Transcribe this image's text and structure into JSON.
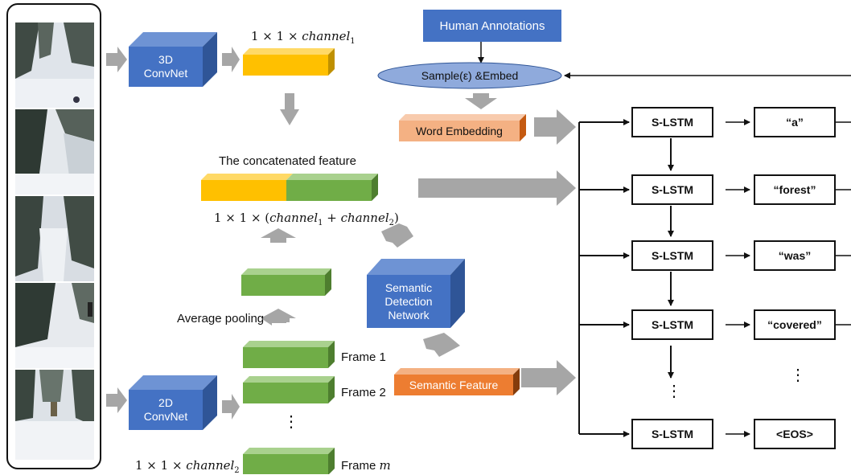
{
  "figure": {
    "human_annotations": "Human Annotations",
    "sample_embed": "Sample(ε) &Embed",
    "word_embedding": "Word Embedding",
    "semantic_feature": "Semantic Feature",
    "conv3d": [
      "3D",
      "ConvNet"
    ],
    "conv2d": [
      "2D",
      "ConvNet"
    ],
    "semantic_network": [
      "Semantic",
      "Detection",
      "Network"
    ],
    "concat_feature": "The concatenated feature",
    "average_pooling": "Average pooling",
    "frames": [
      "Frame 1",
      "Frame 2",
      "Frame"
    ],
    "frame_m_symbol": "m",
    "channel_word": "channel",
    "channel_1_sub": "1",
    "channel_2_sub": "2",
    "dims_prefix": "1 × 1 × ",
    "lstm_label": "S-LSTM",
    "output_words": [
      "“a”",
      "“forest”",
      "“was”",
      "“covered”",
      "<EOS>"
    ],
    "ellipsis": "⋮"
  },
  "colors": {
    "blue_cube": "#4472c4",
    "yellow_bar": "#ffc000",
    "green_bar": "#70ad47",
    "salmon_box": "#f4b183",
    "orange_box": "#ed7d31",
    "ellipse_fill": "#8faadc",
    "gray_arrow": "#a6a6a6"
  }
}
